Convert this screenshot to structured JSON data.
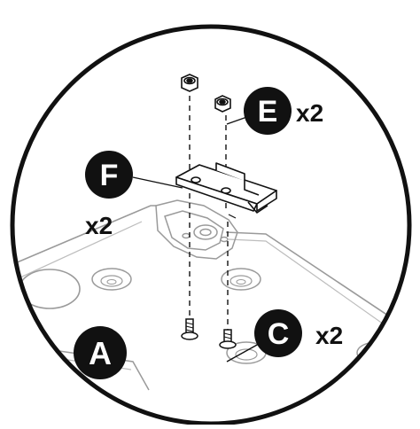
{
  "diagram": {
    "callouts": {
      "a": {
        "letter": "A"
      },
      "c": {
        "letter": "C",
        "quantity": "x2"
      },
      "e": {
        "letter": "E",
        "quantity": "x2"
      },
      "f": {
        "letter": "F",
        "quantity": "x2"
      }
    },
    "colors": {
      "ink": "#111111",
      "paper": "#ffffff",
      "line": "#9a9a9a",
      "light_line": "#bdbdbd"
    },
    "icons": [
      "nut-icon",
      "bracket-icon",
      "screw-icon",
      "panel-icon"
    ]
  }
}
